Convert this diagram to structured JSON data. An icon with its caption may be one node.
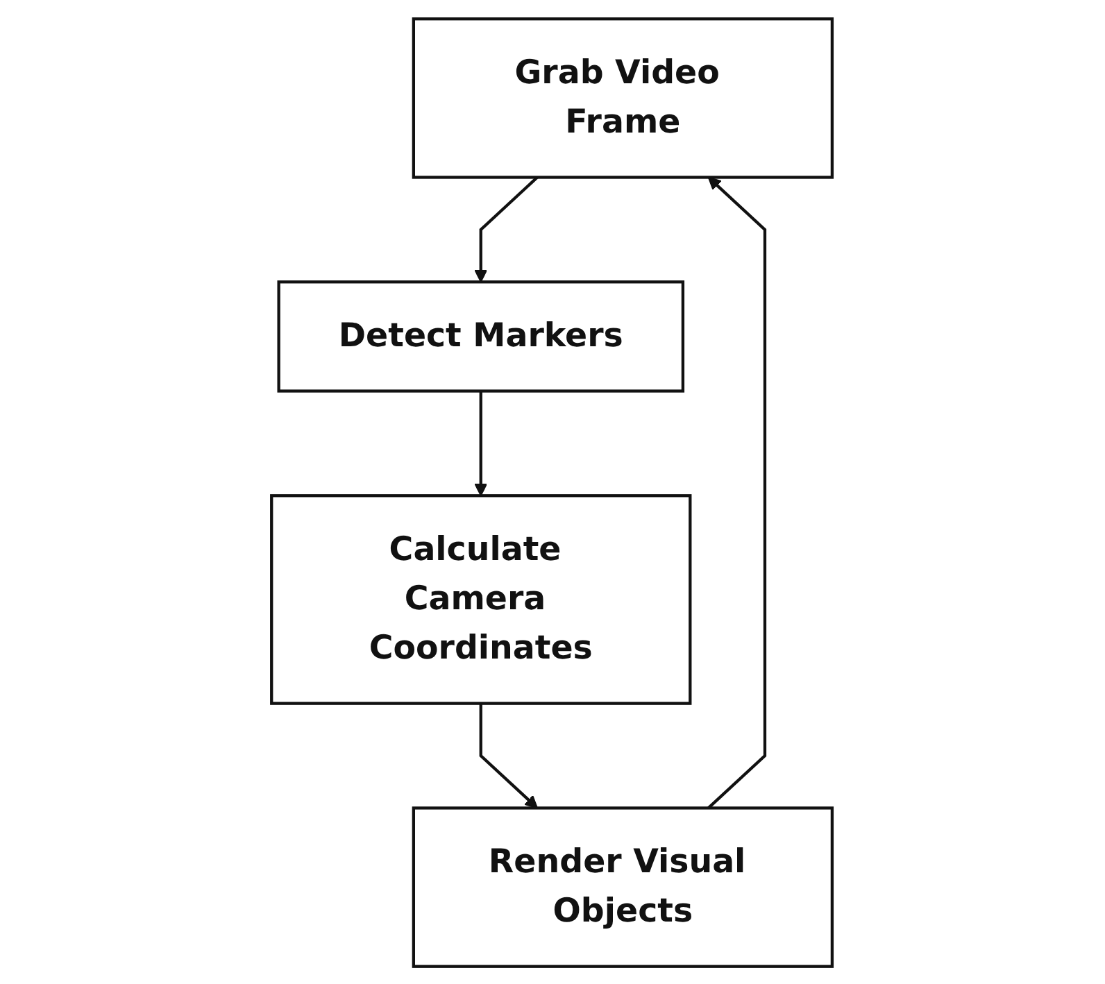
{
  "diagram": {
    "nodes": [
      {
        "text": [
          "Grab Video Frame"
        ]
      },
      {
        "text": [
          "Detect Markers"
        ]
      },
      {
        "text": [
          "Calculate Camera Coordinates"
        ]
      },
      {
        "text": [
          "Render Visual Objects"
        ]
      }
    ],
    "edges": [
      {
        "from": 0,
        "to": 1,
        "arrow": "to"
      },
      {
        "from": 1,
        "to": 2,
        "arrow": "to"
      },
      {
        "from": 2,
        "to": 3,
        "arrow": "to"
      },
      {
        "from": 3,
        "to": 0,
        "arrow": "to"
      }
    ]
  }
}
